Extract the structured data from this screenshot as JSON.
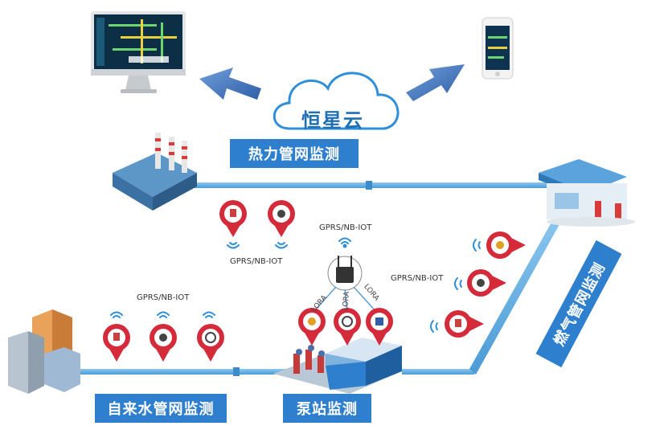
{
  "cloud": {
    "title": "恒星云"
  },
  "labels": {
    "heat": "热力管网监测",
    "water": "自来水管网监测",
    "pump": "泵站监测",
    "gas": "燃气管网监测"
  },
  "protocols": {
    "heat": "GPRS/NB-IOT",
    "gateway": "GPRS/NB-IOT",
    "water": "GPRS/NB-IOT",
    "gas": "GPRS/NB-IOT"
  },
  "lora": [
    "LORA",
    "LORA",
    "LORA"
  ],
  "colors": {
    "pipe": "#5aa9e0",
    "label_bg": "#2f7fcf",
    "marker": "#d42a3a",
    "arrow": "#3f6fb8"
  }
}
